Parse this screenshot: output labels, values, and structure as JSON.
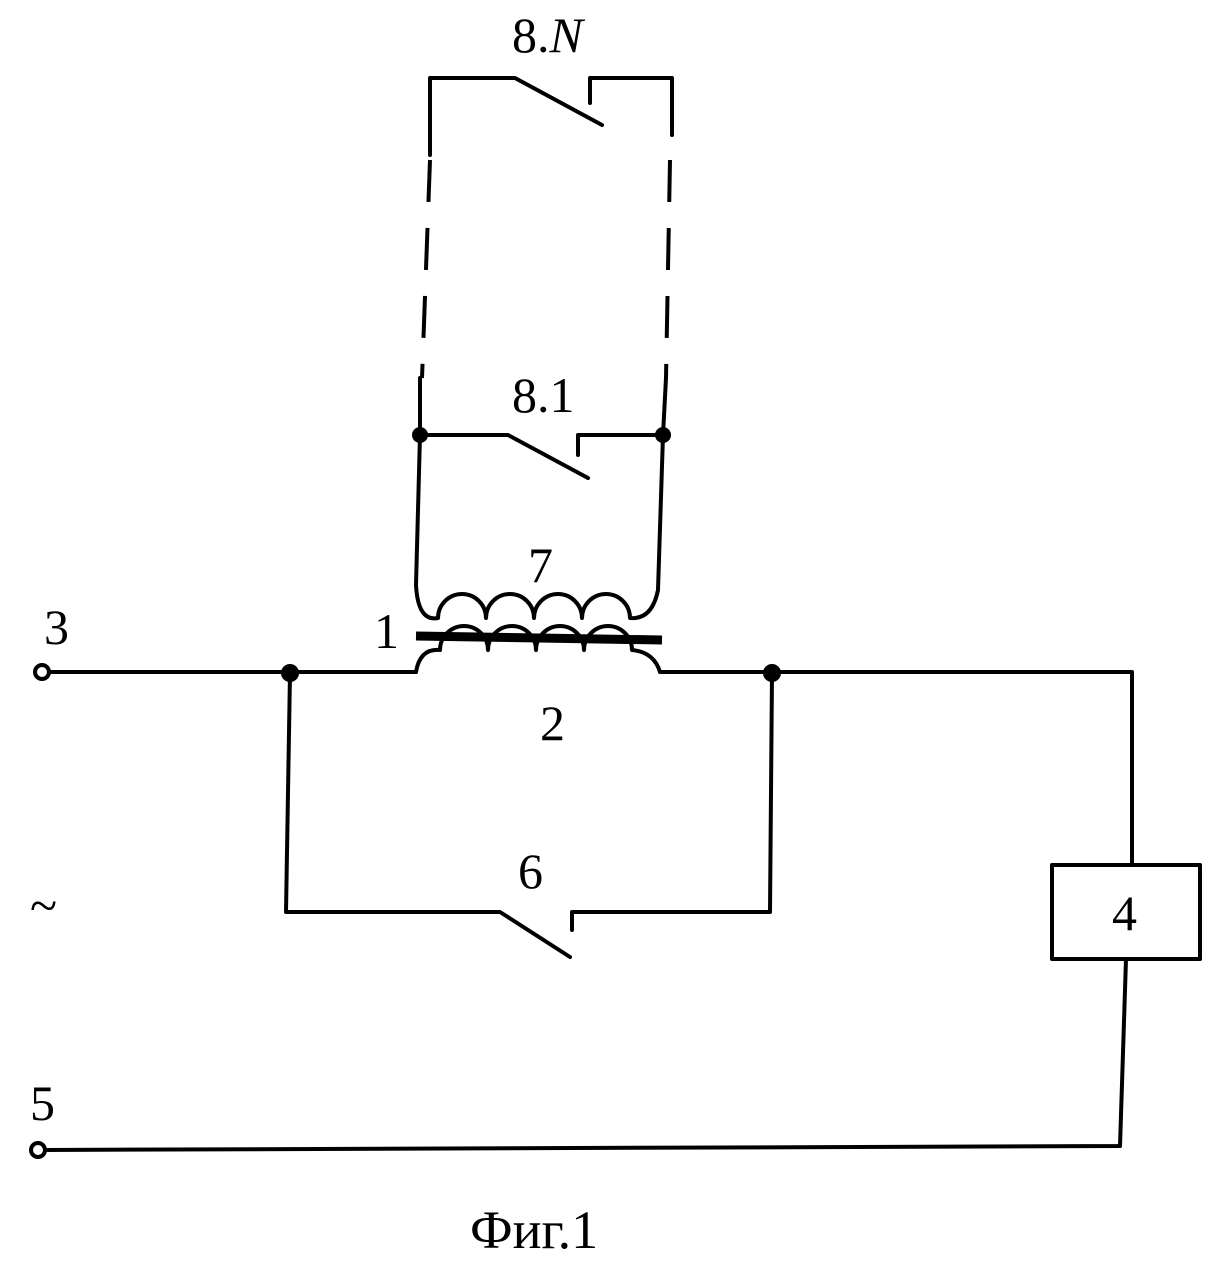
{
  "labels": {
    "switch_top": {
      "prefix": "8.",
      "suffix": "N"
    },
    "switch_first": "8.1",
    "coil_secondary": "7",
    "core": "1",
    "coil_primary": "2",
    "terminal_top": "3",
    "bypass_switch": "6",
    "source_symbol": "~",
    "load_block": "4",
    "terminal_bottom": "5"
  },
  "caption": "Фиг.1"
}
